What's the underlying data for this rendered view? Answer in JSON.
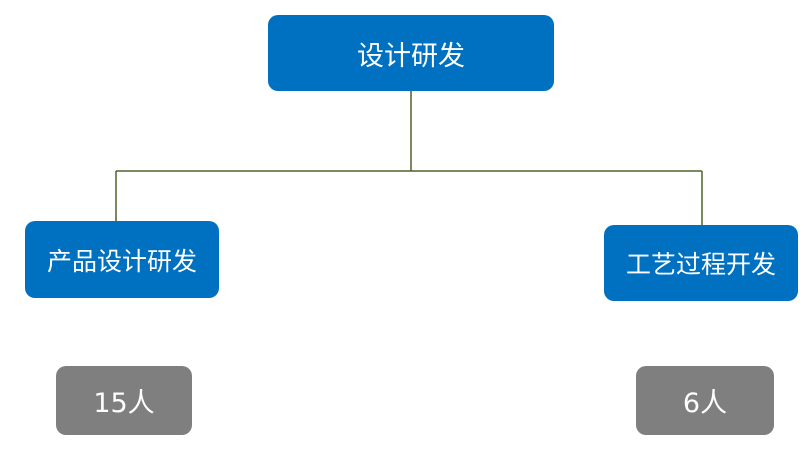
{
  "diagram": {
    "root": {
      "label": "设计研发"
    },
    "children": [
      {
        "label": "产品设计研发",
        "count": "15人"
      },
      {
        "label": "工艺过程开发",
        "count": "6人"
      }
    ]
  },
  "colors": {
    "node_fill": "#0070c0",
    "count_fill": "#7f7f7f",
    "text": "#ffffff",
    "connector": "#4f6228"
  }
}
